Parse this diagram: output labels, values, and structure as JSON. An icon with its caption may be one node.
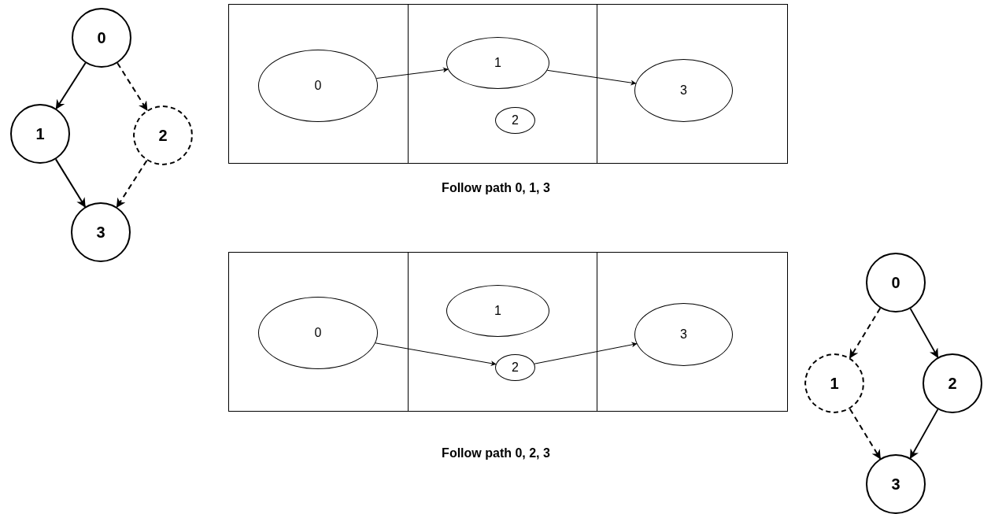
{
  "diagram": {
    "nodes": [
      {
        "text": [
          "0"
        ]
      },
      {
        "text": [
          "1"
        ]
      },
      {
        "text": [
          "2"
        ]
      },
      {
        "text": [
          "3"
        ]
      },
      {
        "text": [],
        "shape": "box"
      },
      {
        "text": [],
        "shape": "box"
      },
      {
        "text": [],
        "shape": "box"
      },
      {
        "text": [
          "0"
        ],
        "in": 4
      },
      {
        "text": [
          "1"
        ],
        "in": 5
      },
      {
        "text": [
          "2"
        ],
        "in": 5
      },
      {
        "text": [
          "3"
        ],
        "in": 6
      },
      {
        "text": [],
        "shape": "box"
      },
      {
        "text": [],
        "shape": "box"
      },
      {
        "text": [],
        "shape": "box"
      },
      {
        "text": [
          "0"
        ],
        "in": 11
      },
      {
        "text": [
          "1"
        ],
        "in": 12
      },
      {
        "text": [
          "2"
        ],
        "in": 12
      },
      {
        "text": [
          "3"
        ],
        "in": 13
      },
      {
        "text": [
          "0"
        ]
      },
      {
        "text": [
          "1"
        ]
      },
      {
        "text": [
          "2"
        ]
      },
      {
        "text": [
          "3"
        ]
      }
    ],
    "edges": [
      {
        "from": 0,
        "to": 1,
        "arrow": "to"
      },
      {
        "from": 0,
        "to": 2,
        "arrow": "to",
        "style": "dashed"
      },
      {
        "from": 1,
        "to": 3,
        "arrow": "to"
      },
      {
        "from": 2,
        "to": 3,
        "arrow": "to",
        "style": "dashed"
      },
      {
        "from": 7,
        "to": 8,
        "arrow": "to"
      },
      {
        "from": 8,
        "to": 10,
        "arrow": "to"
      },
      {
        "from": 14,
        "to": 16,
        "arrow": "to"
      },
      {
        "from": 16,
        "to": 17,
        "arrow": "to"
      },
      {
        "from": 18,
        "to": 19,
        "arrow": "to",
        "style": "dashed"
      },
      {
        "from": 18,
        "to": 20,
        "arrow": "to"
      },
      {
        "from": 19,
        "to": 21,
        "arrow": "to",
        "style": "dashed"
      },
      {
        "from": 20,
        "to": 21,
        "arrow": "to"
      }
    ],
    "labels": [
      "Follow path 0, 1, 3",
      "Follow path 0, 2, 3"
    ]
  }
}
